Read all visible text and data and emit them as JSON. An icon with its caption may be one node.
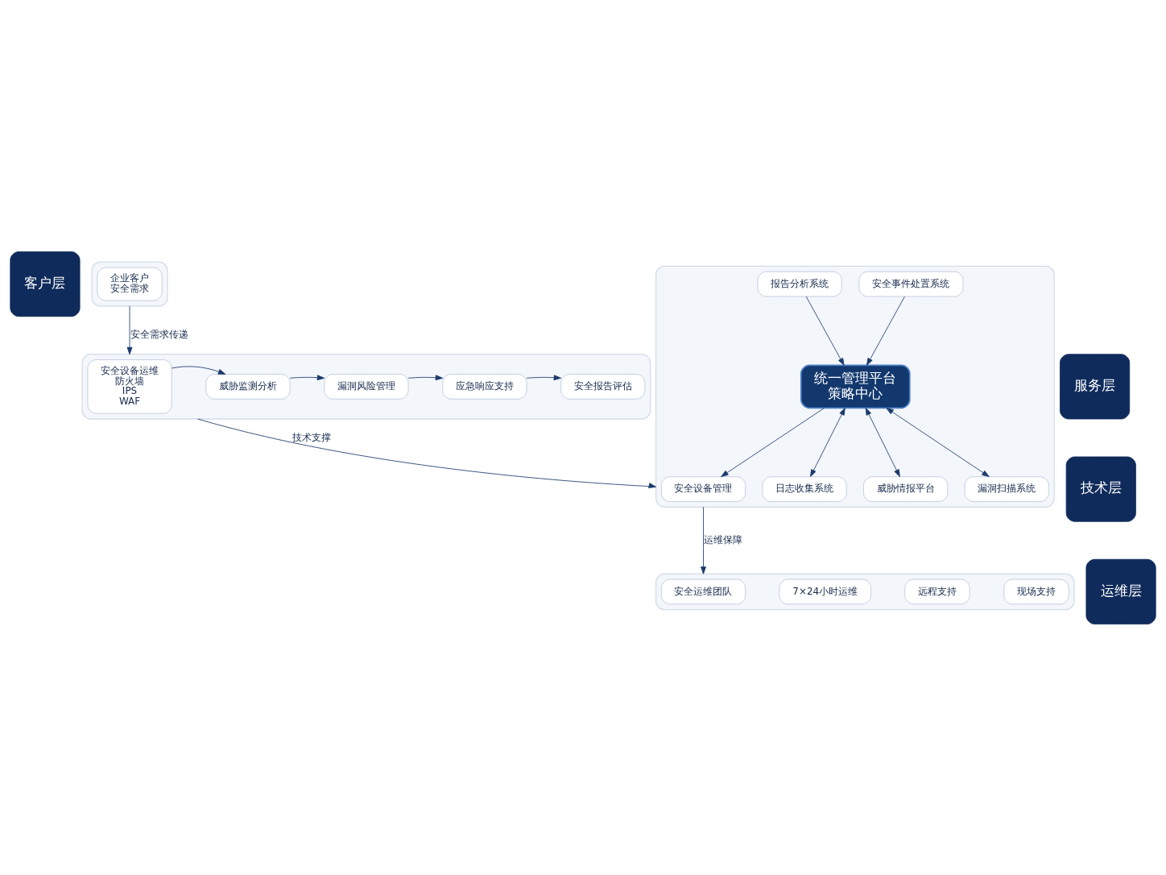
{
  "diagram": {
    "nodes": [
      {
        "text": [
          "客户层"
        ]
      },
      {
        "text": [],
        "shape": "box"
      },
      {
        "text": [
          "企业客户",
          "安全需求"
        ],
        "in": 1
      },
      {
        "text": [
          "服务层"
        ]
      },
      {
        "text": [],
        "shape": "box"
      },
      {
        "text": [
          "安全设备运维",
          "防火墙",
          "IPS",
          "WAF"
        ],
        "in": 4
      },
      {
        "text": [
          "威胁监测分析"
        ],
        "in": 4
      },
      {
        "text": [
          "漏洞风险管理"
        ],
        "in": 4
      },
      {
        "text": [
          "应急响应支持"
        ],
        "in": 4
      },
      {
        "text": [
          "安全报告评估"
        ],
        "in": 4
      },
      {
        "text": [
          "技术层"
        ]
      },
      {
        "text": [],
        "shape": "box"
      },
      {
        "text": [
          "安全设备管理"
        ],
        "in": 11
      },
      {
        "text": [
          "日志收集系统"
        ],
        "in": 11
      },
      {
        "text": [
          "统一管理平台",
          "策略中心"
        ],
        "in": 11
      },
      {
        "text": [
          "威胁情报平台"
        ],
        "in": 11
      },
      {
        "text": [
          "漏洞扫描系统"
        ],
        "in": 11
      },
      {
        "text": [
          "安全事件处置系统"
        ],
        "in": 11
      },
      {
        "text": [
          "报告分析系统"
        ],
        "in": 11
      },
      {
        "text": [
          "运维层"
        ]
      },
      {
        "text": [],
        "shape": "box"
      },
      {
        "text": [
          "安全运维团队"
        ],
        "in": 20
      },
      {
        "text": [
          "7×24小时运维"
        ],
        "in": 20
      },
      {
        "text": [
          "远程支持"
        ],
        "in": 20
      },
      {
        "text": [
          "现场支持"
        ],
        "in": 20
      }
    ],
    "edges": [
      {
        "from": 1,
        "to": 4,
        "arrow": "to",
        "label": "安全需求传递"
      },
      {
        "from": 5,
        "to": 6,
        "arrow": "to"
      },
      {
        "from": 6,
        "to": 7,
        "arrow": "to"
      },
      {
        "from": 7,
        "to": 8,
        "arrow": "to"
      },
      {
        "from": 8,
        "to": 9,
        "arrow": "to"
      },
      {
        "from": 4,
        "to": 11,
        "arrow": "to",
        "label": "技术支撑"
      },
      {
        "from": 14,
        "to": 12,
        "arrow": "to"
      },
      {
        "from": 14,
        "to": 13,
        "arrow": "both"
      },
      {
        "from": 14,
        "to": 15,
        "arrow": "both"
      },
      {
        "from": 14,
        "to": 16,
        "arrow": "both"
      },
      {
        "from": 17,
        "to": 14,
        "arrow": "to"
      },
      {
        "from": 18,
        "to": 14,
        "arrow": "to"
      },
      {
        "from": 11,
        "to": 20,
        "arrow": "to",
        "label": "运维保障"
      }
    ]
  }
}
